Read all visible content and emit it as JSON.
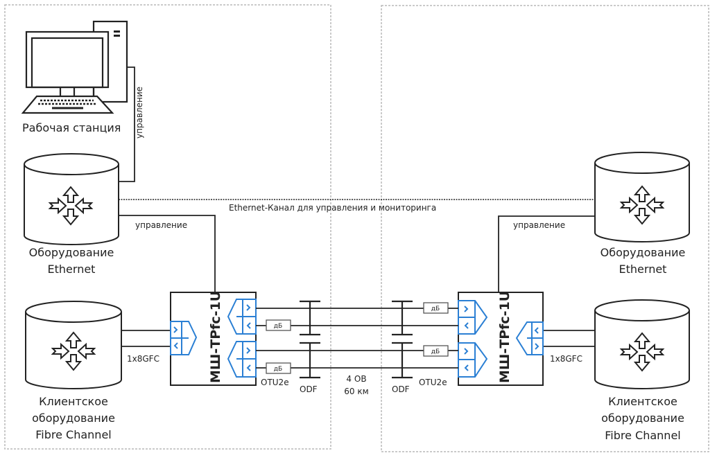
{
  "title": "Схема подключения МШ-TPfc-1U",
  "colors": {
    "line": "#222222",
    "sfp": "#2a7fd4",
    "dashed": "#b8b8b8"
  },
  "site_a": {
    "workstation": {
      "label": "Рабочая станция",
      "icon": "desktop-computer-icon"
    },
    "ws_link_label": "управление",
    "ethernet_equipment": {
      "label_line1": "Оборудование",
      "label_line2": "Ethernet",
      "icon": "router-icon"
    },
    "mgmt_link_label": "управление",
    "fc_equipment": {
      "label_line1": "Клиентское",
      "label_line2": "оборудование",
      "label_line3": "Fibre Channel",
      "icon": "router-icon"
    },
    "client_link_label": "1x8GFC",
    "device": {
      "label": "МШ-TPfc-1U"
    },
    "line_label": "OTU2e",
    "odf_label": "ODF",
    "attenuator_label": "дБ"
  },
  "site_b": {
    "ethernet_equipment": {
      "label_line1": "Оборудование",
      "label_line2": "Ethernet",
      "icon": "router-icon"
    },
    "mgmt_link_label": "управление",
    "fc_equipment": {
      "label_line1": "Клиентское",
      "label_line2": "оборудование",
      "label_line3": "Fibre Channel",
      "icon": "router-icon"
    },
    "client_link_label": "1x8GFC",
    "device": {
      "label": "МШ-TPfc-1U"
    },
    "line_label": "OTU2e",
    "odf_label": "ODF",
    "attenuator_label": "дБ"
  },
  "mgmt_channel_label": "Ethernet-Канал для управления и мониторинга",
  "fiber": {
    "line1": "4 ОВ",
    "line2": "60 км"
  }
}
